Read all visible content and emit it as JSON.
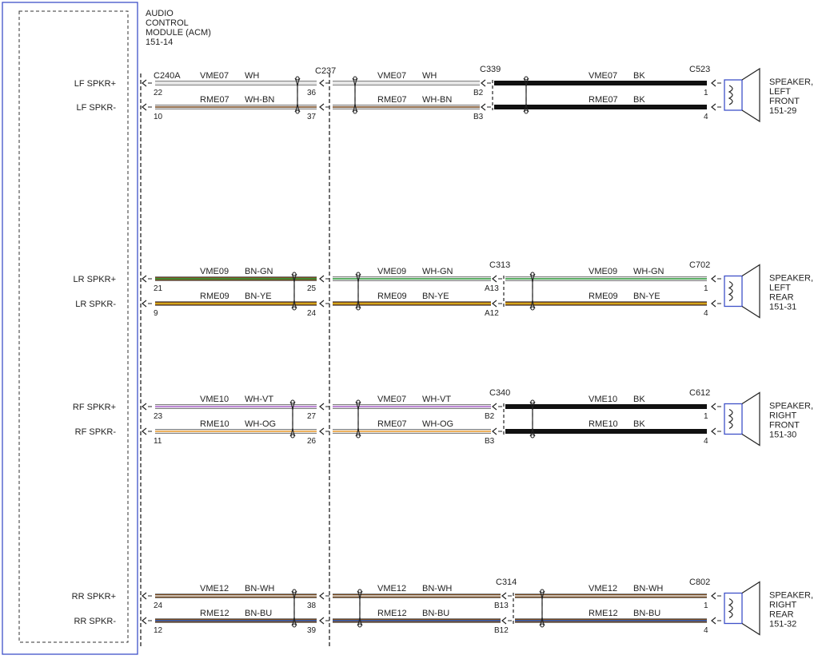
{
  "module": {
    "title_lines": [
      "AUDIO",
      "CONTROL",
      "MODULE (ACM)",
      "151-14"
    ],
    "connector": "C240A"
  },
  "inline_connectors": {
    "c1": "C237"
  },
  "groups": [
    {
      "id": "lf",
      "c2": "C339",
      "c3": "C523",
      "speaker_lines": [
        "SPEAKER,",
        "LEFT",
        "FRONT",
        "151-29"
      ],
      "wires": [
        {
          "signal": "LF SPKR+",
          "pin_acm": "22",
          "pin_c1": "36",
          "pin_c2": "B2",
          "pin_spk": "1",
          "seg1": {
            "circuit": "VME07",
            "color_code": "WH"
          },
          "seg2": {
            "circuit": "VME07",
            "color_code": "WH"
          },
          "seg3": {
            "circuit": "VME07",
            "color_code": "BK"
          }
        },
        {
          "signal": "LF SPKR-",
          "pin_acm": "10",
          "pin_c1": "37",
          "pin_c2": "B3",
          "pin_spk": "4",
          "seg1": {
            "circuit": "RME07",
            "color_code": "WH-BN"
          },
          "seg2": {
            "circuit": "RME07",
            "color_code": "WH-BN"
          },
          "seg3": {
            "circuit": "RME07",
            "color_code": "BK"
          }
        }
      ]
    },
    {
      "id": "lr",
      "c2": "C313",
      "c3": "C702",
      "speaker_lines": [
        "SPEAKER,",
        "LEFT",
        "REAR",
        "151-31"
      ],
      "wires": [
        {
          "signal": "LR SPKR+",
          "pin_acm": "21",
          "pin_c1": "25",
          "pin_c2": "A13",
          "pin_spk": "1",
          "seg1": {
            "circuit": "VME09",
            "color_code": "BN-GN"
          },
          "seg2": {
            "circuit": "VME09",
            "color_code": "WH-GN"
          },
          "seg3": {
            "circuit": "VME09",
            "color_code": "WH-GN"
          }
        },
        {
          "signal": "LR SPKR-",
          "pin_acm": "9",
          "pin_c1": "24",
          "pin_c2": "A12",
          "pin_spk": "4",
          "seg1": {
            "circuit": "RME09",
            "color_code": "BN-YE"
          },
          "seg2": {
            "circuit": "RME09",
            "color_code": "BN-YE"
          },
          "seg3": {
            "circuit": "RME09",
            "color_code": "BN-YE"
          }
        }
      ]
    },
    {
      "id": "rf",
      "c2": "C340",
      "c3": "C612",
      "speaker_lines": [
        "SPEAKER,",
        "RIGHT",
        "FRONT",
        "151-30"
      ],
      "wires": [
        {
          "signal": "RF SPKR+",
          "pin_acm": "23",
          "pin_c1": "27",
          "pin_c2": "B2",
          "pin_spk": "1",
          "seg1": {
            "circuit": "VME10",
            "color_code": "WH-VT"
          },
          "seg2": {
            "circuit": "VME07",
            "color_code": "WH-VT"
          },
          "seg3": {
            "circuit": "VME10",
            "color_code": "BK"
          }
        },
        {
          "signal": "RF SPKR-",
          "pin_acm": "11",
          "pin_c1": "26",
          "pin_c2": "B3",
          "pin_spk": "4",
          "seg1": {
            "circuit": "RME10",
            "color_code": "WH-OG"
          },
          "seg2": {
            "circuit": "RME07",
            "color_code": "WH-OG"
          },
          "seg3": {
            "circuit": "RME10",
            "color_code": "BK"
          }
        }
      ]
    },
    {
      "id": "rr",
      "c2": "C314",
      "c3": "C802",
      "speaker_lines": [
        "SPEAKER,",
        "RIGHT",
        "REAR",
        "151-32"
      ],
      "wires": [
        {
          "signal": "RR SPKR+",
          "pin_acm": "24",
          "pin_c1": "38",
          "pin_c2": "B13",
          "pin_spk": "1",
          "seg1": {
            "circuit": "VME12",
            "color_code": "BN-WH"
          },
          "seg2": {
            "circuit": "VME12",
            "color_code": "BN-WH"
          },
          "seg3": {
            "circuit": "VME12",
            "color_code": "BN-WH"
          }
        },
        {
          "signal": "RR SPKR-",
          "pin_acm": "12",
          "pin_c1": "39",
          "pin_c2": "B12",
          "pin_spk": "4",
          "seg1": {
            "circuit": "RME12",
            "color_code": "BN-BU"
          },
          "seg2": {
            "circuit": "RME12",
            "color_code": "BN-BU"
          },
          "seg3": {
            "circuit": "RME12",
            "color_code": "BN-BU"
          }
        }
      ]
    }
  ],
  "wire_colors": {
    "WH": "#e6e6e6",
    "BK": "#111111",
    "BN": "#7a4a1e",
    "GN": "#2e9e3c",
    "YE": "#f0c419",
    "VT": "#b06ad0",
    "OG": "#f0a030",
    "BU": "#3060c0",
    "RR": "#a8282a"
  },
  "module_border_color": "#3f51c8",
  "speaker_border_color": "#3f51c8"
}
